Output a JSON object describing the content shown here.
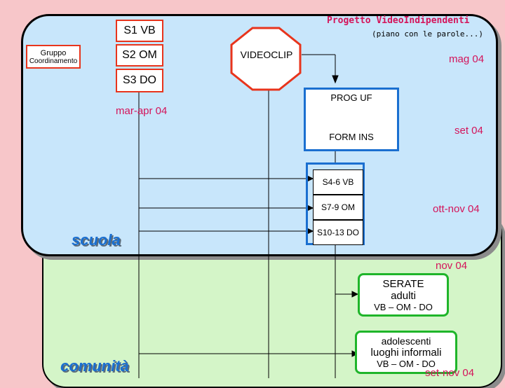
{
  "title": "Progetto VideoIndipendenti",
  "subtitle": "(piano con le parole...)",
  "gruppo": {
    "line1": "Gruppo",
    "line2": "Coordinamento"
  },
  "schools": [
    "S1 VB",
    "S2 OM",
    "S3 DO"
  ],
  "videoclip": "VIDEOCLIP",
  "prog_uf": "PROG UF",
  "form_ins": "FORM INS",
  "levels": [
    "S4-6 VB",
    "S7-9 OM",
    "S10-13 DO"
  ],
  "serate": {
    "line1": "SERATE",
    "line2": "adulti",
    "line3": "VB – OM - DO"
  },
  "adolescenti": {
    "line1": "adolescenti",
    "line2": "luoghi informali",
    "line3": "VB – OM - DO"
  },
  "dates": {
    "mag": "mag 04",
    "marapr": "mar-apr 04",
    "set": "set 04",
    "ottnov": "ott-nov 04",
    "nov": "nov 04",
    "setnov": "set-nov 04"
  },
  "areas": {
    "scuola": "scuola",
    "comunita": "comunità"
  },
  "colors": {
    "red_border": "#e8341c",
    "blue_border": "#1a6fd0",
    "green_border": "#1fb52a",
    "date_text": "#d4145a",
    "school_bg": "#c8e6fb",
    "community_bg": "#d4f5c8"
  }
}
